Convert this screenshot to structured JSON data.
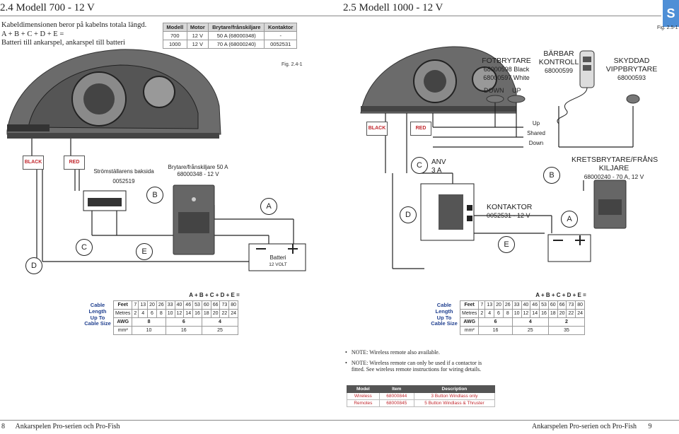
{
  "left_header": "2.4 Modell 700 - 12 V",
  "right_header": "2.5 Modell 1000 - 12 V",
  "tab_letter": "S",
  "intro": [
    "Kabeldimensionen beror på kabelns totala längd.",
    "A + B + C + D + E =",
    "Batteri till ankarspel, ankarspel till batteri"
  ],
  "model_table": {
    "headers": [
      "Modell",
      "Motor",
      "Brytare/frånskiljare",
      "Kontaktor"
    ],
    "rows": [
      [
        "700",
        "12 V",
        "50 A (68000348)",
        "-"
      ],
      [
        "1000",
        "12 V",
        "70 A (68000240)",
        "0052531"
      ]
    ]
  },
  "left_fig": {
    "fig_label": "Fig. 2.4-1",
    "black": "BLACK",
    "red": "RED",
    "switch_back": "Strömställarens baksida",
    "switch_pn": "0052519",
    "breaker": "Brytare/frånskiljare 50 A",
    "breaker_pn": "68000348 - 12 V",
    "battery": "Batteri",
    "battery_v": "12 VOLT",
    "letters": [
      "A",
      "B",
      "C",
      "D",
      "E"
    ]
  },
  "right_fig": {
    "fig_label": "Fig. 2.5-1",
    "foot_title": "FOTBRYTARE",
    "foot_black": "68000598 Black",
    "foot_white": "68000597 White",
    "down": "DOWN",
    "up": "UP",
    "remote_1": "BÄRBAR",
    "remote_2": "KONTROLL",
    "remote_pn": "68000599",
    "protected_1": "SKYDDAD",
    "protected_2": "VIPPBRYTARE",
    "protected_pn": "68000593",
    "black": "BLACK",
    "red": "RED",
    "up_w": "Up",
    "shared": "Shared",
    "down_w": "Down",
    "anv": "ANV",
    "anv_a": "3 A",
    "breaker_1": "KRETSBRYTARE/FRÅNS",
    "breaker_2": "KILJARE",
    "breaker_pn": "68000240 - 70 A, 12 V",
    "contactor": "KONTAKTOR",
    "contactor_pn": "0052531 - 12 V",
    "letters": [
      "A",
      "B",
      "C",
      "D",
      "E"
    ]
  },
  "cable_left": {
    "formula": "A + B + C + D + E =",
    "label_length_1": "Cable Length",
    "label_length_2": "Up To",
    "label_size": "Cable Size",
    "feet_label": "Feet",
    "feet": [
      "7",
      "13",
      "20",
      "26",
      "33",
      "40",
      "46",
      "53",
      "60",
      "66",
      "73",
      "80"
    ],
    "metres_label": "Metres",
    "metres": [
      "2",
      "4",
      "6",
      "8",
      "10",
      "12",
      "14",
      "16",
      "18",
      "20",
      "22",
      "24"
    ],
    "awg_label": "AWG",
    "awg": [
      "8",
      "6",
      "4"
    ],
    "mm_label": "mm²",
    "mm": [
      "10",
      "16",
      "25"
    ]
  },
  "cable_right": {
    "formula": "A + B + C + D + E =",
    "label_length_1": "Cable Length",
    "label_length_2": "Up To",
    "label_size": "Cable Size",
    "feet_label": "Feet",
    "feet": [
      "7",
      "13",
      "20",
      "26",
      "33",
      "40",
      "46",
      "53",
      "60",
      "66",
      "73",
      "80"
    ],
    "metres_label": "Metres",
    "metres": [
      "2",
      "4",
      "6",
      "8",
      "10",
      "12",
      "14",
      "16",
      "18",
      "20",
      "22",
      "24"
    ],
    "awg_label": "AWG",
    "awg": [
      "6",
      "4",
      "2"
    ],
    "mm_label": "mm²",
    "mm": [
      "16",
      "25",
      "35"
    ]
  },
  "notes": [
    "NOTE: Wireless remote also available.",
    "NOTE: Wireless remote can only be used if a contactor is fitted. See wireless remote instructions for wiring details."
  ],
  "wireless_table": {
    "headers": [
      "Model",
      "Item",
      "Description"
    ],
    "rows": [
      [
        "Wireless",
        "68000844",
        "3 Button Windlass only"
      ],
      [
        "Remotes",
        "68000845",
        "5 Button Windlass & Thruster"
      ]
    ]
  },
  "footer": {
    "left_page": "8",
    "left_text": "Ankarspelen Pro-serien och Pro-Fish",
    "right_text": "Ankarspelen Pro-serien och Pro-Fish",
    "right_page": "9"
  }
}
